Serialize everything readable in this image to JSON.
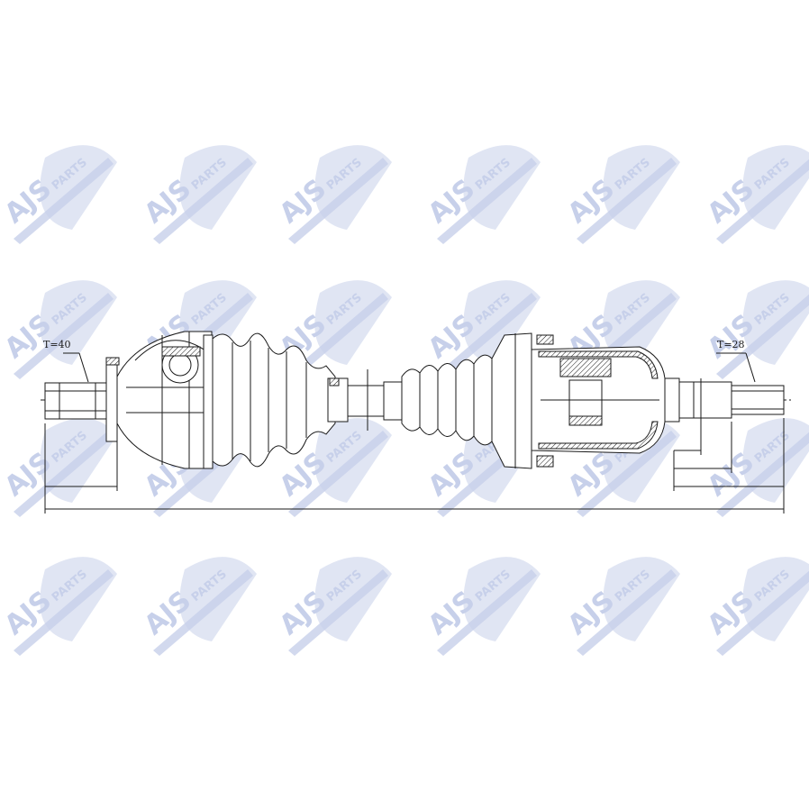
{
  "watermark": {
    "brand": "AJS",
    "suffix": "PARTS",
    "color": "#c7d0ea"
  },
  "labels": {
    "left_teeth": "T=40",
    "right_teeth": "T=28"
  },
  "colors": {
    "line": "#1a1a1a",
    "background": "#ffffff"
  }
}
